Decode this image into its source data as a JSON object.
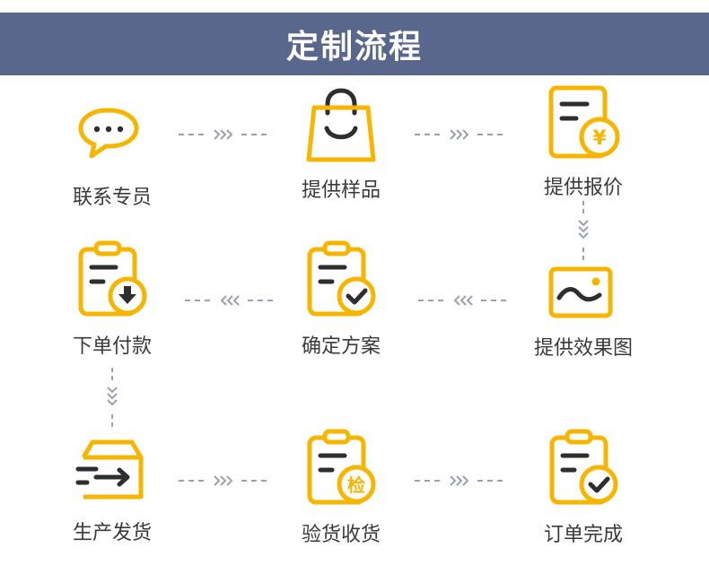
{
  "colors": {
    "header_bg": "#58678b",
    "icon_primary": "#f7b500",
    "icon_secondary": "#2e2e2e",
    "connector": "#9aa0ad",
    "label_text": "#3a3a3a"
  },
  "header": {
    "title": "定制流程"
  },
  "steps": [
    {
      "label": "联系专员",
      "icon": "chat-bubble-icon"
    },
    {
      "label": "提供样品",
      "icon": "shopping-bag-icon"
    },
    {
      "label": "提供报价",
      "icon": "quote-document-yen-icon"
    },
    {
      "label": "下单付款",
      "icon": "clipboard-download-icon"
    },
    {
      "label": "确定方案",
      "icon": "clipboard-check-icon"
    },
    {
      "label": "提供效果图",
      "icon": "image-icon"
    },
    {
      "label": "生产发货",
      "icon": "shipping-box-icon"
    },
    {
      "label": "验货收货",
      "icon": "clipboard-inspect-icon"
    },
    {
      "label": "订单完成",
      "icon": "document-check-icon"
    }
  ],
  "inspect_badge_text": "检",
  "yen_symbol": "¥"
}
